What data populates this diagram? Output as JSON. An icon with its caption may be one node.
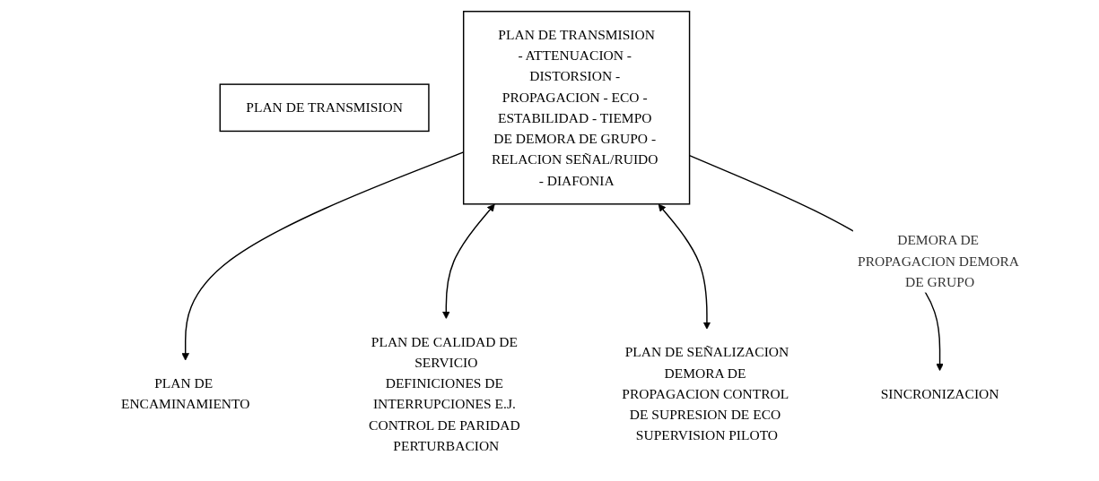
{
  "diagram": {
    "nodes": [
      {
        "text": [
          "PLAN DE TRANSMISION"
        ]
      },
      {
        "text": [
          "PLAN DE TRANSMISION",
          "- ATTENUACION - DISTORSION - PROPAGACION - ECO - ESTABILIDAD - TIEMPO DE DEMORA DE GRUPO - RELACION SEÑAL/RUIDO - DIAFONIA"
        ]
      },
      {
        "text": [
          "PLAN DE ENCAMINAMIENTO"
        ]
      },
      {
        "text": [
          "PLAN DE CALIDAD DE SERVICIO",
          "DEFINICIONES DE INTERRUPCIONES E.J. CONTROL DE PARIDAD PERTURBACION"
        ]
      },
      {
        "text": [
          "PLAN DE SEÑALIZACION",
          "DEMORA DE PROPAGACION CONTROL DE SUPRESION DE ECO SUPERVISION PILOTO"
        ]
      },
      {
        "text": [
          "SINCRONIZACION"
        ]
      }
    ],
    "edges": [
      {
        "from": 1,
        "to": 2,
        "arrow": "to"
      },
      {
        "from": 1,
        "to": 3,
        "arrow": "both"
      },
      {
        "from": 1,
        "to": 4,
        "arrow": "both"
      },
      {
        "from": 1,
        "to": 5,
        "arrow": "to",
        "label": "DEMORA DE PROPAGACION DEMORA DE GRUPO"
      }
    ]
  }
}
